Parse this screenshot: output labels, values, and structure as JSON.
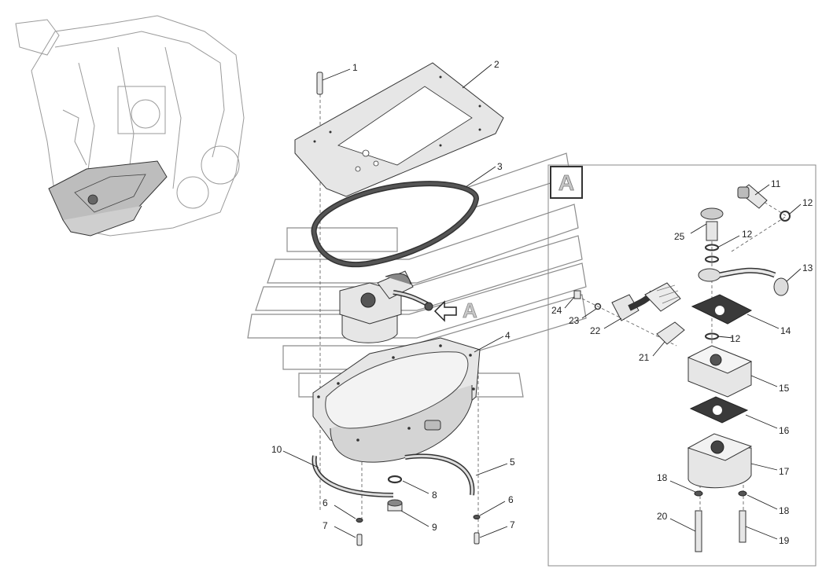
{
  "callout": {
    "letter": "A"
  },
  "arrow_label": "A",
  "labels": [
    {
      "id": "c1",
      "text": "1"
    },
    {
      "id": "c2",
      "text": "2"
    },
    {
      "id": "c3",
      "text": "3"
    },
    {
      "id": "c4",
      "text": "4"
    },
    {
      "id": "c5",
      "text": "5"
    },
    {
      "id": "c6a",
      "text": "6"
    },
    {
      "id": "c6b",
      "text": "6"
    },
    {
      "id": "c7a",
      "text": "7"
    },
    {
      "id": "c7b",
      "text": "7"
    },
    {
      "id": "c8",
      "text": "8"
    },
    {
      "id": "c9",
      "text": "9"
    },
    {
      "id": "c10",
      "text": "10"
    },
    {
      "id": "c11",
      "text": "11"
    },
    {
      "id": "c12a",
      "text": "12"
    },
    {
      "id": "c12b",
      "text": "12"
    },
    {
      "id": "c12c",
      "text": "12"
    },
    {
      "id": "c13",
      "text": "13"
    },
    {
      "id": "c14",
      "text": "14"
    },
    {
      "id": "c15",
      "text": "15"
    },
    {
      "id": "c16",
      "text": "16"
    },
    {
      "id": "c17",
      "text": "17"
    },
    {
      "id": "c18a",
      "text": "18"
    },
    {
      "id": "c18b",
      "text": "18"
    },
    {
      "id": "c19",
      "text": "19"
    },
    {
      "id": "c20",
      "text": "20"
    },
    {
      "id": "c21",
      "text": "21"
    },
    {
      "id": "c22",
      "text": "22"
    },
    {
      "id": "c23",
      "text": "23"
    },
    {
      "id": "c24",
      "text": "24"
    },
    {
      "id": "c25",
      "text": "25"
    }
  ]
}
